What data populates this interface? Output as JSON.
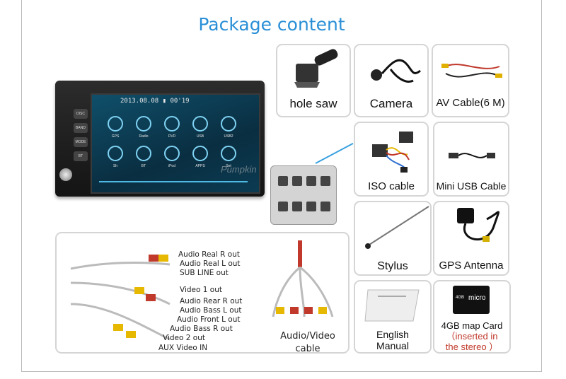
{
  "header": {
    "title": "Package content"
  },
  "head_unit": {
    "status": "2013.08.08 ▮ 00'19",
    "left_buttons": [
      "DISC",
      "BAND",
      "MODE",
      "BT"
    ],
    "apps": [
      "GPS",
      "Radio",
      "DVD",
      "USB",
      "USB2",
      "Sh",
      "BT",
      "iPod",
      "APPS",
      "Set"
    ],
    "watermark": "Pumpkin"
  },
  "items": {
    "hole_saw": "hole saw",
    "camera": "Camera",
    "av_cable": "AV Cable(6 M)",
    "iso_cable": "ISO cable",
    "mini_usb": "Mini USB Cable",
    "stylus": "Stylus",
    "gps": "GPS Antenna",
    "manual_line1": "English",
    "manual_line2": "Manual",
    "card_line1": "4GB map Card",
    "card_line2": "（inserted in",
    "card_line3": "the stereo ）",
    "av_line1": "Audio/Video",
    "av_line2": "cable",
    "sd_brand": "micro",
    "sd_size": "4GB"
  },
  "harness_labels": [
    "Audio Real R out",
    "Audio Real L out",
    "SUB LINE out",
    "Video 1 out",
    "Audio Rear R out",
    "Audio Bass L  out",
    "Audio Front L   out",
    "Audio Bass R  out",
    "Video 2  out",
    "AUX Video IN"
  ],
  "colors": {
    "title": "#2a8fd6",
    "card_border": "#d5d5d5",
    "arrow": "#3aa0e0",
    "card_note": "#c0392b"
  }
}
